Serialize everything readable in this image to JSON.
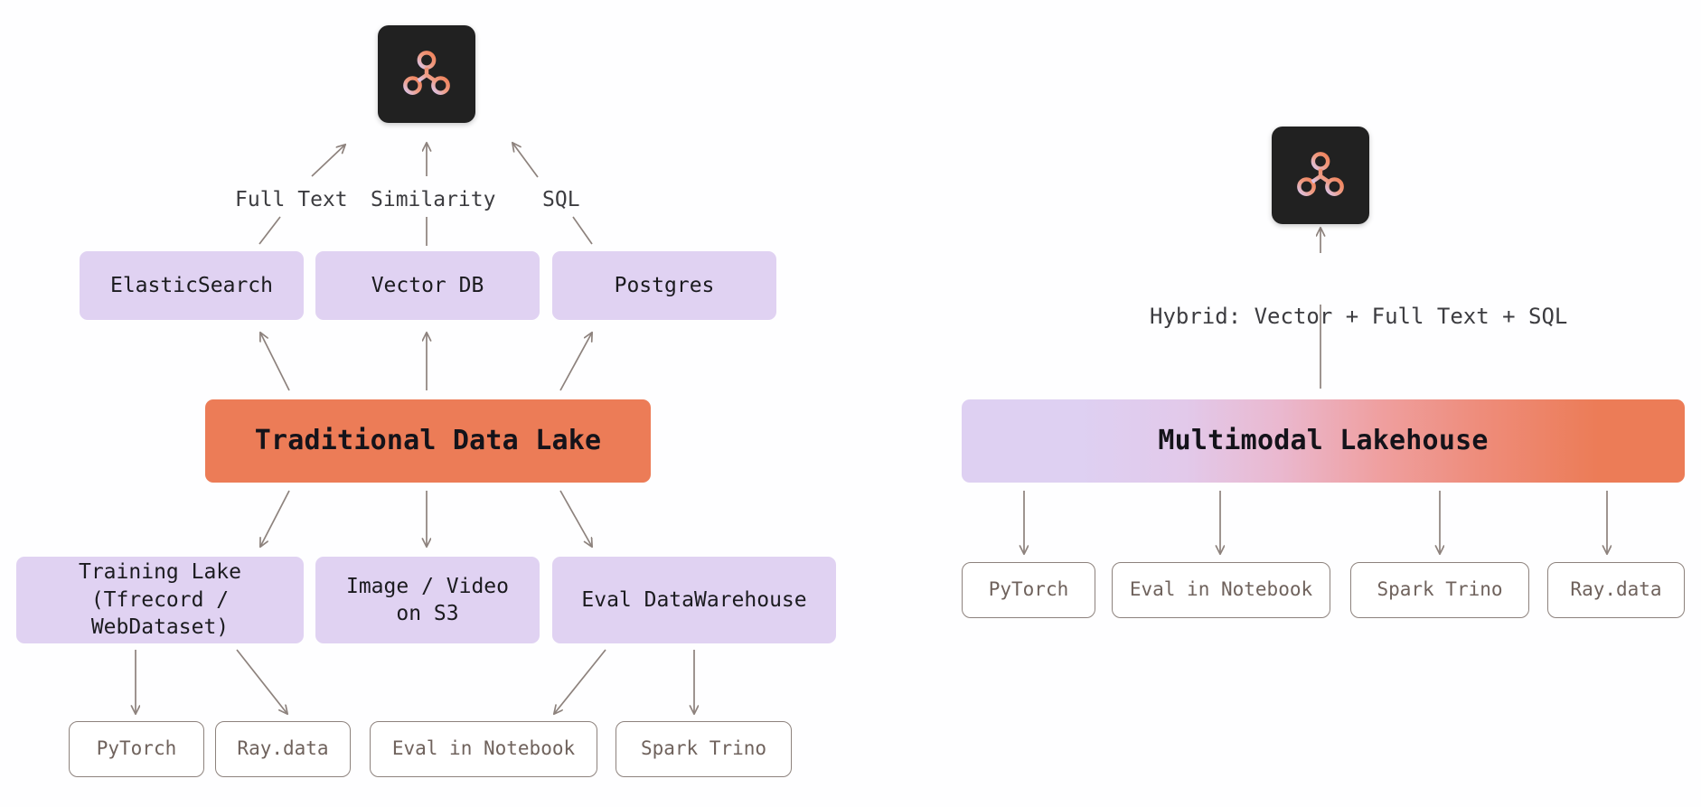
{
  "diagram": {
    "title": "Traditional Data Lake vs Multimodal Lakehouse architecture comparison",
    "background_color": "#fefeff",
    "palette": {
      "purple_box": "#e0d2f2",
      "orange_box": "#ec7c57",
      "gradient_start": "#ded0f2",
      "gradient_end": "#ec7c57",
      "arrow": "#8d827d",
      "outline_box_border": "#8d827d",
      "outline_box_text": "#6f625c",
      "logo_tile": "#212121"
    }
  },
  "left": {
    "logo_name": "lakehouse-logo",
    "query_labels": [
      {
        "text": "Full Text"
      },
      {
        "text": "Similarity"
      },
      {
        "text": "SQL"
      }
    ],
    "engines": [
      {
        "label": "ElasticSearch"
      },
      {
        "label": "Vector DB"
      },
      {
        "label": "Postgres"
      }
    ],
    "core": {
      "label": "Traditional Data Lake"
    },
    "stores": [
      {
        "line1": "Training Lake",
        "line2": "(Tfrecord / WebDataset)"
      },
      {
        "line1": "Image / Video",
        "line2": "on S3"
      },
      {
        "line1": "Eval DataWarehouse",
        "line2": ""
      }
    ],
    "consumers": [
      {
        "label": "PyTorch"
      },
      {
        "label": "Ray.data"
      },
      {
        "label": "Eval in Notebook"
      },
      {
        "label": "Spark Trino"
      }
    ]
  },
  "right": {
    "logo_name": "lakehouse-logo",
    "query_label": "Hybrid: Vector + Full Text + SQL",
    "core": {
      "label": "Multimodal Lakehouse"
    },
    "consumers": [
      {
        "label": "PyTorch"
      },
      {
        "label": "Eval in Notebook"
      },
      {
        "label": "Spark Trino"
      },
      {
        "label": "Ray.data"
      }
    ]
  }
}
